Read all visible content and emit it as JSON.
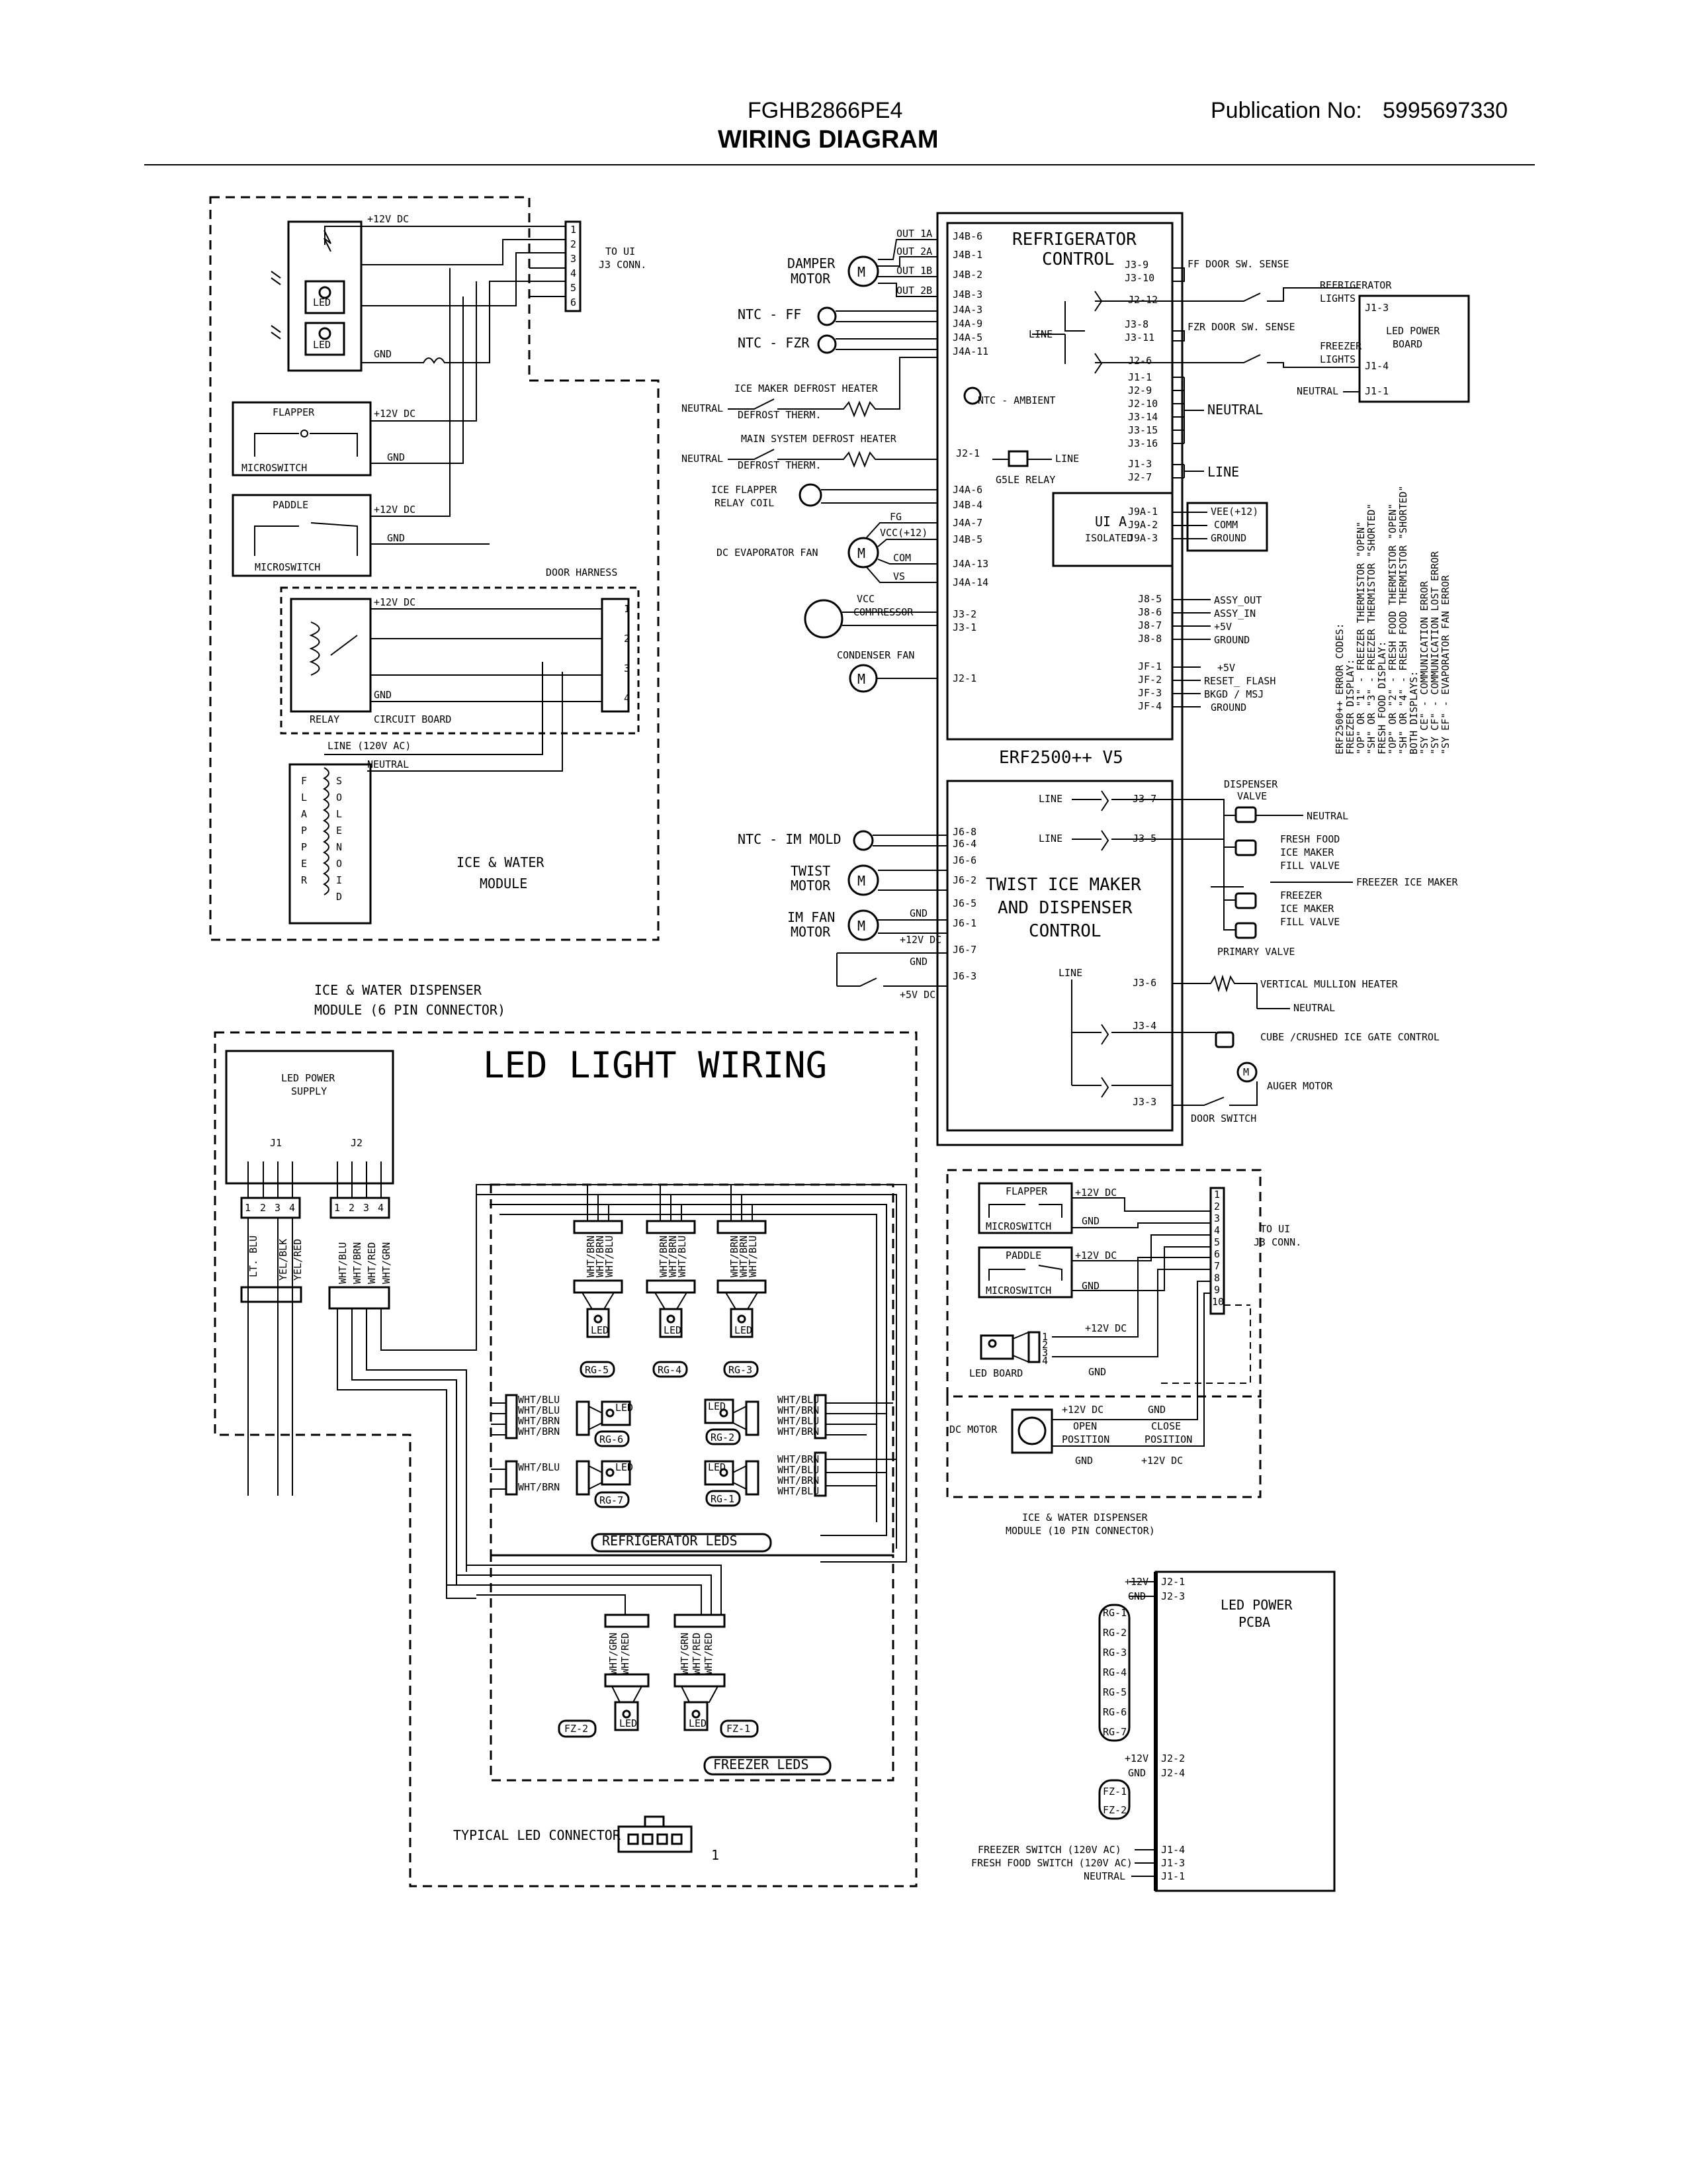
{
  "header": {
    "model": "FGHB2866PE4",
    "title": "WIRING DIAGRAM",
    "publication_label": "Publication No:",
    "publication_number": "5995697330"
  },
  "ice_water_module": {
    "plus12": "+12V DC",
    "gnd": "GND",
    "led": "LED",
    "to_ui": "TO UI",
    "j3_conn": "J3 CONN.",
    "pins": [
      "1",
      "2",
      "3",
      "4",
      "5",
      "6"
    ],
    "flapper": "FLAPPER",
    "paddle": "PADDLE",
    "microswitch": "MICROSWITCH",
    "door_harness": "DOOR HARNESS",
    "relay": "RELAY",
    "circuit_board": "CIRCUIT BOARD",
    "line": "LINE (120V AC)",
    "neutral": "NEUTRAL",
    "flapper_vertical": [
      "F",
      "L",
      "A",
      "P",
      "P",
      "E",
      "R"
    ],
    "solenoid_vertical": [
      "S",
      "O",
      "L",
      "E",
      "N",
      "O",
      "I",
      "D"
    ],
    "module_title_1": "ICE & WATER",
    "module_title_2": "MODULE",
    "harness_pins": [
      "1",
      "2",
      "3",
      "4"
    ]
  },
  "dispenser_6pin_caption": [
    "ICE & WATER DISPENSER",
    "MODULE (6 PIN CONNECTOR)"
  ],
  "control": {
    "refrigerator_control": [
      "REFRIGERATOR",
      "CONTROL"
    ],
    "out_labels": [
      "OUT 1A",
      "OUT 2A",
      "OUT 1B",
      "OUT 2B"
    ],
    "damper_motor": [
      "DAMPER",
      "MOTOR"
    ],
    "j4_pins": [
      "J4B-6",
      "J4B-1",
      "J4B-2",
      "J4B-3",
      "J4A-3",
      "J4A-9",
      "J4A-5",
      "J4A-11"
    ],
    "ntc_ff": "NTC - FF",
    "ntc_fzr": "NTC - FZR",
    "ice_maker_defrost_heater": "ICE MAKER DEFROST HEATER",
    "defrost_therm": "DEFROST THERM.",
    "main_system_defrost_heater": "MAIN SYSTEM DEFROST HEATER",
    "neutral": "NEUTRAL",
    "ntc_ambient": "NTC - AMBIENT",
    "ice_flapper_relay_coil": [
      "ICE FLAPPER",
      "RELAY COIL"
    ],
    "dc_evaporator_fan": "DC EVAPORATOR FAN",
    "fan_wires": [
      "FG",
      "VCC(+12)",
      "COM",
      "VS"
    ],
    "fan_pins": [
      "J4A-7",
      "J4B-5",
      "J4A-13",
      "J4A-14"
    ],
    "mid_pins": [
      "J2-1",
      "J4A-6",
      "J4B-4"
    ],
    "g5le_relay": "G5LE RELAY",
    "line": "LINE",
    "vcc_compressor": [
      "VCC",
      "COMPRESSOR"
    ],
    "j3_pins": [
      "J3-2",
      "J3-1"
    ],
    "condenser_fan": "CONDENSER FAN",
    "j2_1": "J2-1",
    "right_pins_top": [
      "J3-9",
      "J3-10",
      "J2-12",
      "J3-8",
      "J3-11",
      "J2-6"
    ],
    "ff_door_sense": "FF DOOR SW. SENSE",
    "fzr_door_sense": "FZR DOOR SW. SENSE",
    "neutral_pins": [
      "J1-1",
      "J2-9",
      "J2-10",
      "J3-14",
      "J3-15",
      "J3-16"
    ],
    "line_pins": [
      "J1-3",
      "J2-7"
    ],
    "line_label": "LINE",
    "ui_a": "UI A",
    "isolated": "ISOLATED",
    "j9_pins": [
      "J9A-1",
      "J9A-2",
      "J9A-3"
    ],
    "j9_labels": [
      "VEE(+12)",
      "COMM",
      "GROUND"
    ],
    "j8_pins": [
      "J8-5",
      "J8-6",
      "J8-7",
      "J8-8"
    ],
    "j8_labels": [
      "ASSY_OUT",
      "ASSY_IN",
      "+5V",
      "GROUND"
    ],
    "jf_pins": [
      "JF-1",
      "JF-2",
      "JF-3",
      "JF-4"
    ],
    "jf_labels": [
      "+5V",
      "RESET_ FLASH",
      "BKGD / MSJ",
      "GROUND"
    ],
    "board_name": "ERF2500++ V5",
    "led_power_board": [
      "LED POWER",
      "BOARD"
    ],
    "refrigerator_lights": [
      "REFRIGERATOR",
      "LIGHTS"
    ],
    "freezer_lights": [
      "FREEZER",
      "LIGHTS"
    ],
    "led_board_pins": [
      "J1-3",
      "J1-4",
      "J1-1"
    ],
    "neutral_small": "NEUTRAL"
  },
  "error_codes": [
    "ERF2500++ ERROR CODES:",
    "FREEZER DISPLAY:",
    "\"OP\" OR \"1\" - FREEZER THERMISTOR \"OPEN\"",
    "\"SH\" OR \"3\" - FREEZER THERMISTOR \"SHORTED\"",
    "FRESH FOOD DISPLAY:",
    "\"OP\" OR \"2\" - FRESH FOOD THERMISTOR \"OPEN\"",
    "\"SH\" OR \"4\" - FRESH FOOD THERMISTOR \"SHORTED\"",
    "BOTH DISPLAYS:",
    "\"SY CE\" - COMMUNICATION ERROR",
    "\"SY CF\" - COMMUNICATION LOST ERROR",
    "\"SY EF\" - EVAPORATOR FAN ERROR"
  ],
  "twist": {
    "title": [
      "TWIST ICE MAKER",
      "AND DISPENSER",
      "CONTROL"
    ],
    "ntc_im_mold": "NTC - IM MOLD",
    "twist_motor": [
      "TWIST",
      "MOTOR"
    ],
    "im_fan_motor": [
      "IM FAN",
      "MOTOR"
    ],
    "left_pins": [
      "J6-8",
      "J6-4",
      "J6-6",
      "J6-2",
      "J6-5",
      "J6-1",
      "J6-7",
      "J6-3"
    ],
    "gnd": "GND",
    "plus12": "+12V DC",
    "plus5": "+5V DC",
    "line": "LINE",
    "right_pins": [
      "J3-7",
      "J3-5",
      "J3-6",
      "J3-4",
      "J3-3"
    ],
    "dispenser_valve": [
      "DISPENSER",
      "VALVE"
    ],
    "neutral": "NEUTRAL",
    "fresh_food_valve": [
      "FRESH FOOD",
      "ICE MAKER",
      "FILL VALVE"
    ],
    "freezer_ice_maker": "FREEZER ICE MAKER",
    "freezer_valve": [
      "FREEZER",
      "ICE MAKER",
      "FILL VALVE"
    ],
    "primary_valve": "PRIMARY VALVE",
    "vertical_mullion_heater": "VERTICAL MULLION HEATER",
    "cube_crushed": "CUBE /CRUSHED ICE GATE CONTROL",
    "auger_motor": "AUGER MOTOR",
    "door_switch": "DOOR SWITCH"
  },
  "led_wiring": {
    "title": "LED LIGHT WIRING",
    "led_power_supply": [
      "LED POWER",
      "SUPPLY"
    ],
    "j1": "J1",
    "j2": "J2",
    "j1_pins": [
      "1",
      "2",
      "3",
      "4"
    ],
    "j2_pins": [
      "1",
      "2",
      "3",
      "4"
    ],
    "j1_wires": [
      "LT. BLU",
      "YEL/BLK",
      "YEL/RED"
    ],
    "j2_wires": [
      "WHT/BLU",
      "WHT/BRN",
      "WHT/RED",
      "WHT/GRN"
    ],
    "top_leds": [
      "RG-5",
      "RG-4",
      "RG-3"
    ],
    "mid_leds_left": [
      "RG-6",
      "RG-7"
    ],
    "mid_leds_right": [
      "RG-2",
      "RG-1"
    ],
    "led_wire_labels": [
      "WHT/BRN",
      "WHT/BRN",
      "WHT/BLU"
    ],
    "side_wires_a": [
      "WHT/BLU",
      "WHT/BLU",
      "WHT/BRN",
      "WHT/BRN"
    ],
    "side_wires_b": [
      "WHT/BLU",
      "WHT/BRN"
    ],
    "refrigerator_leds": "REFRIGERATOR LEDS",
    "freezer_leds": "FREEZER LEDS",
    "fz_leds": [
      "FZ-2",
      "FZ-1"
    ],
    "fz_wires_left": [
      "WHT/GRN",
      "WHT/RED"
    ],
    "fz_wires_right": [
      "WHT/GRN",
      "WHT/RED",
      "WHT/RED"
    ],
    "typical_led_connector": "TYPICAL LED CONNECTOR",
    "connector_pin": "1",
    "led": "LED"
  },
  "dispenser_10pin": {
    "flapper": "FLAPPER",
    "paddle": "PADDLE",
    "microswitch": "MICROSWITCH",
    "plus12": "+12V DC",
    "gnd": "GND",
    "pins": [
      "1",
      "2",
      "3",
      "4",
      "5",
      "6",
      "7",
      "8",
      "9",
      "10"
    ],
    "to_ui": "TO UI",
    "j3_conn": "J3 CONN.",
    "led_board": "LED BOARD",
    "led_board_pins": [
      "1",
      "2",
      "3",
      "4"
    ],
    "dc_motor": "DC MOTOR",
    "open_position": [
      "OPEN",
      "POSITION"
    ],
    "close_position": [
      "CLOSE",
      "POSITION"
    ],
    "caption": [
      "ICE & WATER DISPENSER",
      "MODULE (10 PIN CONNECTOR)"
    ]
  },
  "pcba": {
    "title": [
      "LED POWER",
      "PCBA"
    ],
    "pins_top": [
      "+12V",
      "GND"
    ],
    "pins_top_j": [
      "J2-1",
      "J2-3"
    ],
    "rg": [
      "RG-1",
      "RG-2",
      "RG-3",
      "RG-4",
      "RG-5",
      "RG-6",
      "RG-7"
    ],
    "pins_mid": [
      "+12V",
      "GND"
    ],
    "pins_mid_j": [
      "J2-2",
      "J2-4"
    ],
    "fz": [
      "FZ-1",
      "FZ-2"
    ],
    "bottom_labels": [
      "FREEZER SWITCH (120V AC)",
      "FRESH FOOD SWITCH (120V AC)",
      "NEUTRAL"
    ],
    "bottom_j": [
      "J1-4",
      "J1-3",
      "J1-1"
    ]
  }
}
